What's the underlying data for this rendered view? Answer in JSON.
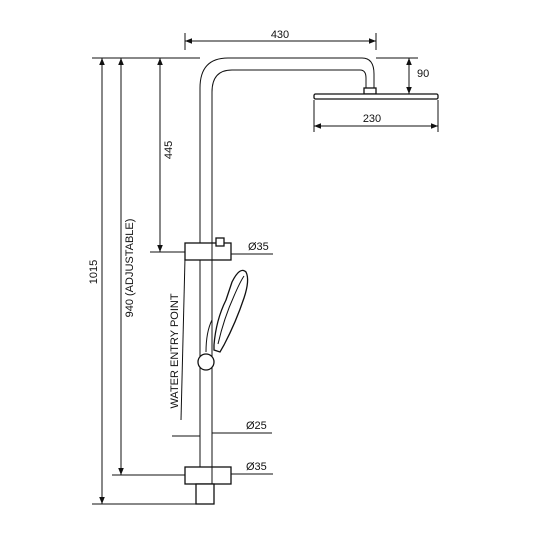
{
  "dimensions": {
    "arm_length": "430",
    "head_height": "90",
    "head_diameter": "230",
    "riser_to_head": "445",
    "total_height": "1015",
    "adjustable_height": "940 (ADJUSTABLE)",
    "bracket_top": "Ø35",
    "rail": "Ø25",
    "bracket_bottom": "Ø35"
  },
  "labels": {
    "water_entry": "WATER ENTRY POINT"
  }
}
